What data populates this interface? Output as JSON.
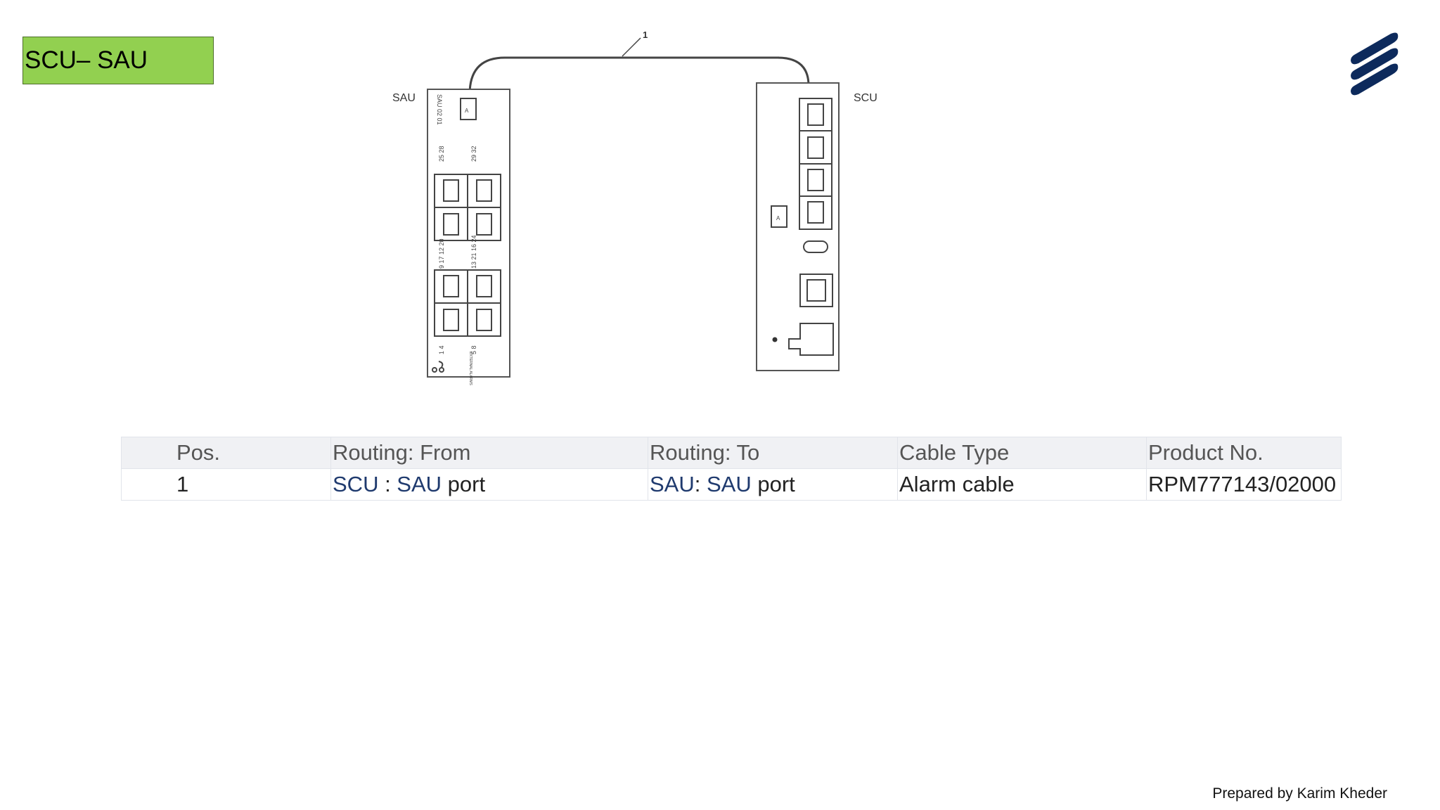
{
  "slide": {
    "title": "SCU– SAU",
    "footer": "Prepared by Karim Kheder",
    "accent_green": "#92d050",
    "brand_blue": "#0d2a5c"
  },
  "diagram": {
    "callout": "1",
    "sau_label": "SAU",
    "scu_label": "SCU",
    "sau_code": "SAU 02 01",
    "port_numbers_top_left": "25 28",
    "port_numbers_top_right": "29 32",
    "port_numbers_mid_left": "9 17 12 20",
    "port_numbers_mid_right": "13 21 16 24",
    "port_numbers_bot_left": "1 4",
    "port_numbers_bot_right": "5 8",
    "external_alarms": "EXTERNAL ALARMS",
    "port_label": "A"
  },
  "table": {
    "headers": [
      "Pos.",
      "Routing: From",
      "Routing: To",
      "Cable Type",
      "Product No."
    ],
    "rows": [
      {
        "pos": "1",
        "from_unit": "SCU",
        "from_sep": " : ",
        "from_port": "SAU",
        "from_suffix": " port",
        "to_unit": "SAU",
        "to_sep": ": ",
        "to_port": "SAU",
        "to_suffix": " port",
        "cable_type": "Alarm cable",
        "product_no": "RPM777143/02000"
      }
    ]
  }
}
